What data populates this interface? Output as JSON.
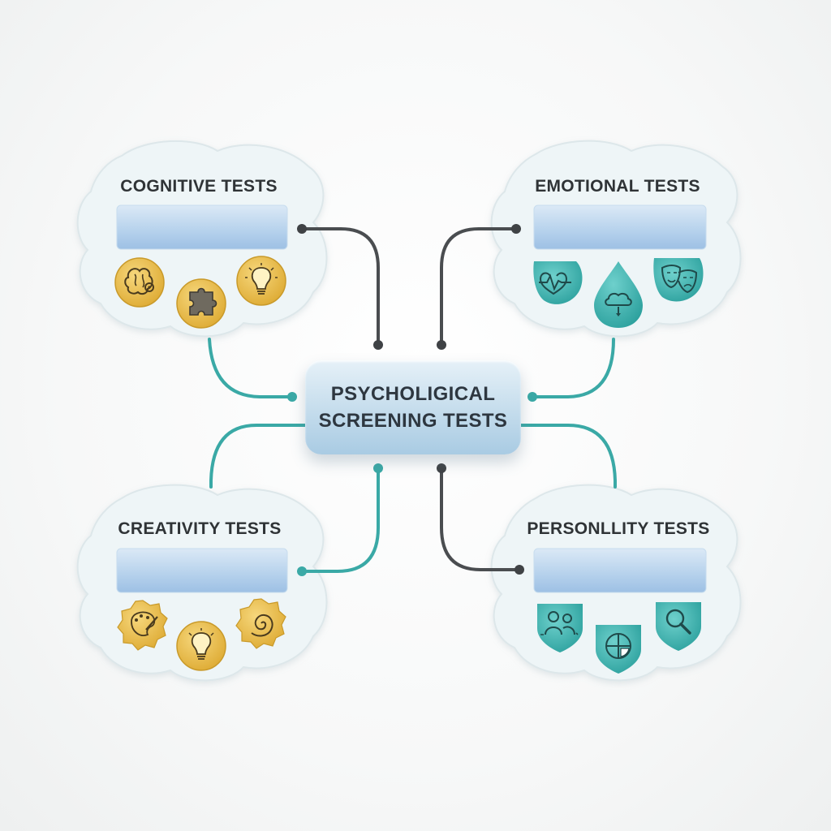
{
  "diagram": {
    "center": {
      "title": "PSYCHOLIGICAL\nSCREENING TESTS"
    },
    "clusters": {
      "cognitive": {
        "title": "COGNITIVE TESTS",
        "icons": [
          "brain-gear-icon",
          "puzzle-icon",
          "lightbulb-icon"
        ]
      },
      "emotional": {
        "title": "EMOTIONAL TESTS",
        "icons": [
          "heartbeat-drop-icon",
          "cloud-rain-drop-icon",
          "theater-masks-icon"
        ]
      },
      "creativity": {
        "title": "CREATIVITY TESTS",
        "icons": [
          "palette-icon",
          "lightbulb-icon",
          "spiral-icon"
        ]
      },
      "personality": {
        "title": "PERSONLLITY TESTS",
        "icons": [
          "people-shield-icon",
          "quadrant-shield-icon",
          "magnifier-shield-icon"
        ]
      }
    }
  },
  "colors": {
    "teal_connector": "#3aa9a6",
    "dark_connector": "#4a4d50",
    "gold_icon": "#e2b33e",
    "teal_icon": "#37aaa8",
    "bar_blue": "#a9c9e6",
    "cloud_fill": "#eef5f7",
    "cloud_stroke": "#dde7ea"
  }
}
